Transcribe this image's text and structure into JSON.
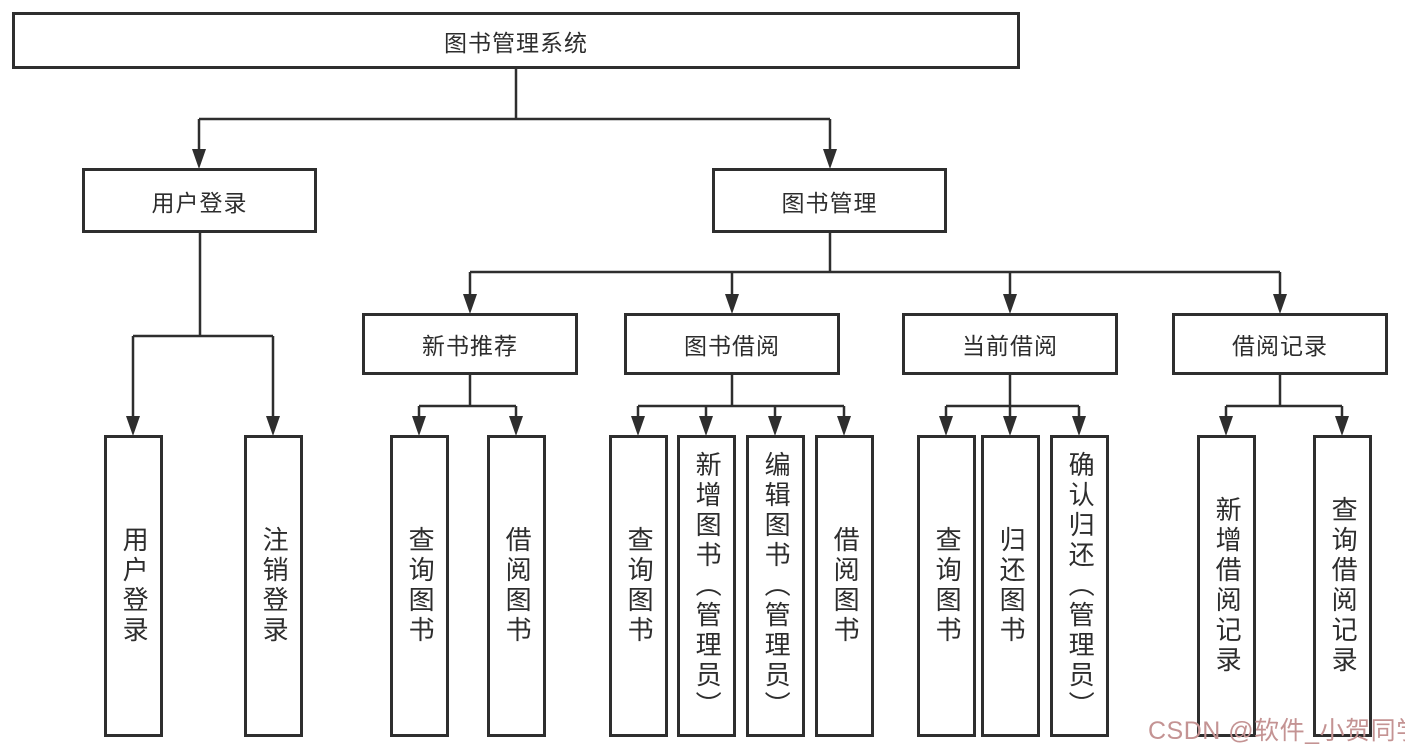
{
  "colors": {
    "line": "#2e2e2e",
    "box_border": "#2e2e2e",
    "box_background": "#ffffff",
    "watermark": "#c49393"
  },
  "tree": {
    "root": {
      "label": "图书管理系统"
    },
    "branches": [
      {
        "label": "用户登录",
        "children": [
          {
            "label": "用户登录"
          },
          {
            "label": "注销登录"
          }
        ]
      },
      {
        "label": "图书管理",
        "children": [
          {
            "label": "新书推荐",
            "children": [
              {
                "label": "查询图书"
              },
              {
                "label": "借阅图书"
              }
            ]
          },
          {
            "label": "图书借阅",
            "children": [
              {
                "label": "查询图书"
              },
              {
                "label": "新增图书（管理员）"
              },
              {
                "label": "编辑图书（管理员）"
              },
              {
                "label": "借阅图书"
              }
            ]
          },
          {
            "label": "当前借阅",
            "children": [
              {
                "label": "查询图书"
              },
              {
                "label": "归还图书"
              },
              {
                "label": "确认归还（管理员）"
              }
            ]
          },
          {
            "label": "借阅记录",
            "children": [
              {
                "label": "新增借阅记录"
              },
              {
                "label": "查询借阅记录"
              }
            ]
          }
        ]
      }
    ]
  },
  "watermark": {
    "text": "CSDN @软件_小贺同学"
  }
}
